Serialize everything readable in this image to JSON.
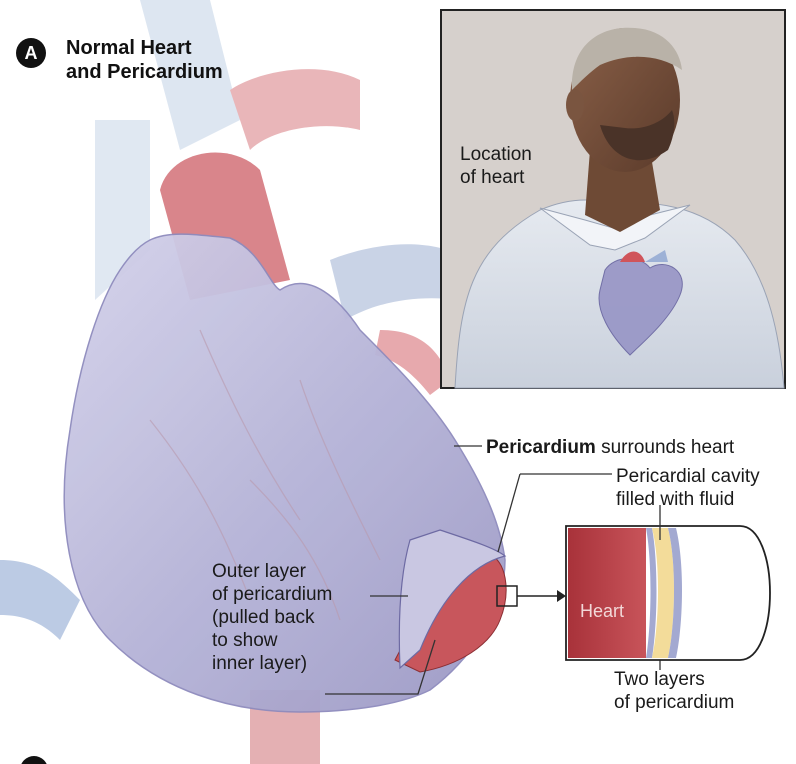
{
  "panel": {
    "badge": "A",
    "title_line1": "Normal Heart",
    "title_line2": "and Pericardium"
  },
  "labels": {
    "location_line1": "Location",
    "location_line2": "of heart",
    "pericardium_bold": "Pericardium",
    "pericardium_rest": " surrounds heart",
    "cavity_line1": "Pericardial cavity",
    "cavity_line2": "filled with fluid",
    "outer_line1": "Outer layer",
    "outer_line2": "of pericardium",
    "outer_line3": "(pulled back",
    "outer_line4": "to show",
    "outer_line5": "inner layer)",
    "heart_box": "Heart",
    "two_layers_line1": "Two layers",
    "two_layers_line2": "of pericardium"
  },
  "colors": {
    "pericardium": "#b9b8d8",
    "heart_muscle": "#b23a3f",
    "vein_blue": "#b7c6e0",
    "artery_red": "#d9848a",
    "fluid_yellow": "#f3dc9a",
    "inset_border": "#222222"
  }
}
